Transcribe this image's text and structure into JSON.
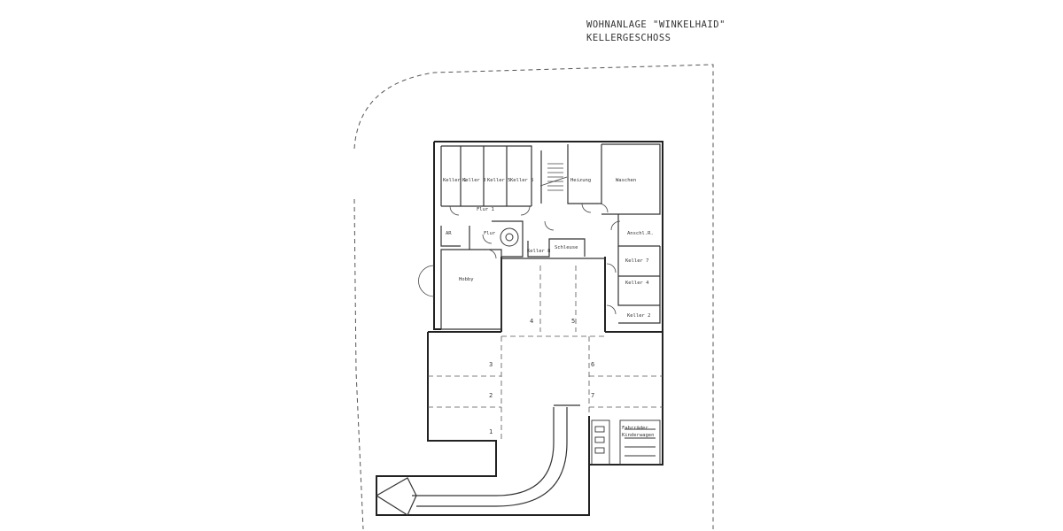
{
  "header": {
    "title_line1": "WOHNANLAGE \"WINKELHAID\"",
    "title_line2": "KELLERGESCHOSS"
  },
  "rooms": {
    "keller1": "Keller 1",
    "keller3": "Keller 3",
    "keller5": "Keller 5",
    "keller6": "Keller 6",
    "heizung": "Heizung",
    "waschen": "Waschen",
    "flur1": "Flur 1",
    "flur": "Flur",
    "ar": "AR",
    "anschlr": "Anschl.R.",
    "keller7": "Keller 7",
    "keller4": "Keller 4",
    "keller2": "Keller 2",
    "keller8": "Keller 8",
    "schleuse": "Schleuse",
    "hobby": "Hobby",
    "fahrrad": "Fahrräder",
    "kinderwagen": "Kinderwagen"
  },
  "parking_numbers": [
    "1",
    "2",
    "3",
    "4",
    "5",
    "6",
    "7"
  ]
}
